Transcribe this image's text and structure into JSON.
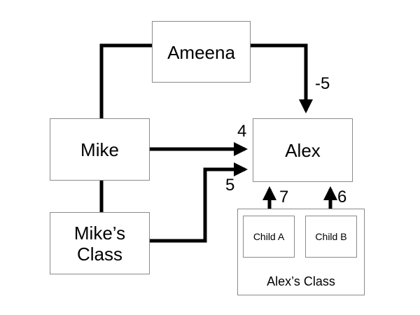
{
  "nodes": {
    "ameena": {
      "label": "Ameena"
    },
    "mike": {
      "label": "Mike"
    },
    "mikes_class": {
      "label_line1": "Mike’s",
      "label_line2": "Class"
    },
    "alex": {
      "label": "Alex"
    },
    "alexs_class": {
      "label": "Alex’s Class"
    },
    "child_a": {
      "label": "Child A"
    },
    "child_b": {
      "label": "Child B"
    }
  },
  "edges": [
    {
      "from": "Ameena",
      "to": "Alex",
      "weight": "-5"
    },
    {
      "from": "Mike",
      "to": "Alex",
      "weight": "4"
    },
    {
      "from": "Mike’s Class",
      "to": "Alex",
      "weight": "5"
    },
    {
      "from": "Child A",
      "to": "Alex",
      "weight": "7"
    },
    {
      "from": "Child B",
      "to": "Alex",
      "weight": "6"
    }
  ],
  "colors": {
    "line": "#000000",
    "box_border": "#8a8a8a"
  }
}
